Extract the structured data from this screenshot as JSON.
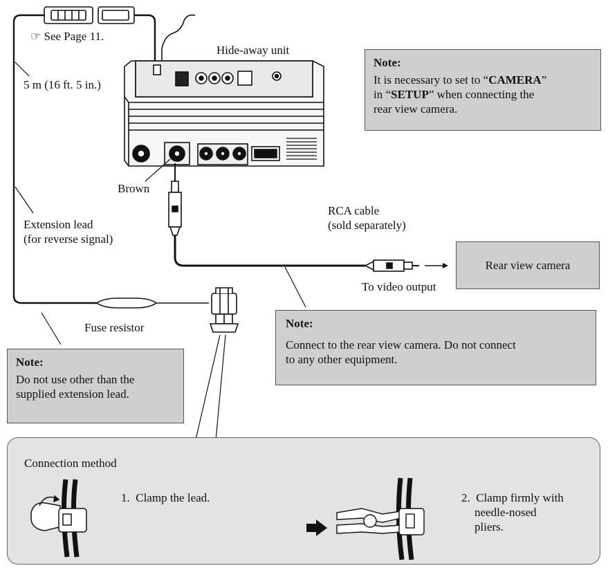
{
  "labels": {
    "see_page": "See Page 11.",
    "length": "5 m (16 ft. 5 in.)",
    "hideaway_unit": "Hide-away unit",
    "brown": "Brown",
    "extension_lead_1": "Extension lead",
    "extension_lead_2": "(for reverse signal)",
    "rca_cable_1": "RCA cable",
    "rca_cable_2": "(sold separately)",
    "rear_view_camera": "Rear view camera",
    "to_video_output": "To video output",
    "fuse_resistor": "Fuse resistor"
  },
  "note_setup": {
    "title": "Note:",
    "line1_pre": "It is necessary to set to “",
    "line1_bold": "CAMERA",
    "line1_post": "”",
    "line2_pre": "in “",
    "line2_bold": "SETUP",
    "line2_post": "” when connecting the",
    "line3": "rear view camera."
  },
  "note_camera": {
    "title": "Note:",
    "line1": "Connect to the rear view camera. Do not connect",
    "line2": "to any other equipment."
  },
  "note_lead": {
    "title": "Note:",
    "line1": "Do not use other than the",
    "line2": "supplied extension lead."
  },
  "method": {
    "title": "Connection method",
    "step1": "1.  Clamp the lead.",
    "step2_line1": "2.  Clamp firmly with",
    "step2_line2": "needle-nosed",
    "step2_line3": "pliers."
  },
  "icons": {
    "see_page": "pointing-hand-icon",
    "arrow": "right-arrow-icon"
  },
  "colors": {
    "note_bg": "#cfcfcf",
    "method_bg": "#e3e3e3"
  }
}
